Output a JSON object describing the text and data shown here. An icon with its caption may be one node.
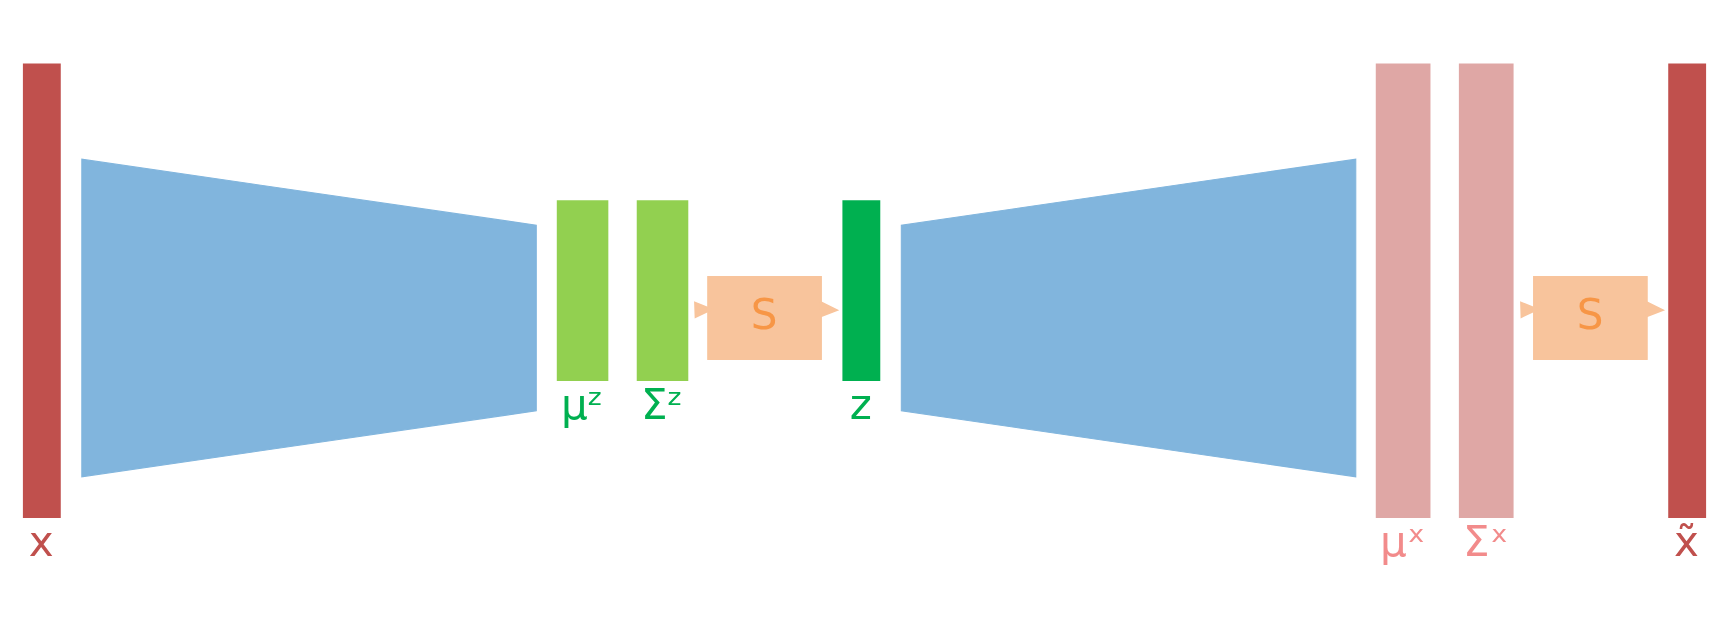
{
  "diagram": {
    "nodes": [
      {
        "text": [],
        "shape": "bar",
        "beside": [
          "x"
        ]
      },
      {
        "text": [],
        "shape": "trapezium"
      },
      {
        "text": [],
        "shape": "bar",
        "beside": [
          "μᶻ"
        ]
      },
      {
        "text": [],
        "shape": "bar",
        "beside": [
          "Σᶻ"
        ]
      },
      {
        "text": [
          "S"
        ]
      },
      {
        "text": [],
        "shape": "bar",
        "beside": [
          "z"
        ]
      },
      {
        "text": [],
        "shape": "trapezium"
      },
      {
        "text": [],
        "shape": "bar",
        "beside": [
          "μˣ"
        ]
      },
      {
        "text": [],
        "shape": "bar",
        "beside": [
          "Σˣ"
        ]
      },
      {
        "text": [
          "S"
        ]
      },
      {
        "text": [],
        "shape": "bar",
        "beside": [
          "x̃"
        ]
      }
    ],
    "edges": [
      {
        "from": 3,
        "to": 4,
        "arrow": "to"
      },
      {
        "from": 4,
        "to": 5,
        "arrow": "to"
      },
      {
        "from": 8,
        "to": 9,
        "arrow": "to"
      },
      {
        "from": 9,
        "to": 10,
        "arrow": "to"
      }
    ]
  }
}
